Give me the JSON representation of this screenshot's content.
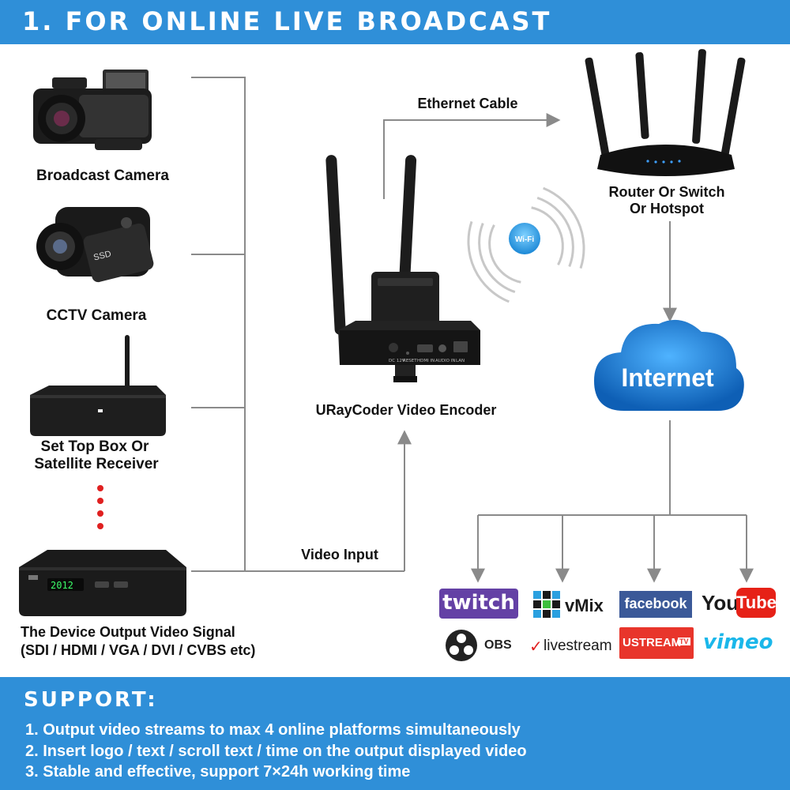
{
  "header": {
    "title": "1. FOR ONLINE LIVE BROADCAST"
  },
  "sources": {
    "broadcast_camera": "Broadcast Camera",
    "cctv_camera": "CCTV Camera",
    "set_top_box_line1": "Set Top Box Or",
    "set_top_box_line2": "Satellite Receiver",
    "device_line1": "The Device Output Video Signal",
    "device_line2": "(SDI / HDMI / VGA / DVI / CVBS etc)"
  },
  "encoder": {
    "label": "URayCoder Video Encoder",
    "port_labels": [
      "DC 12V",
      "RESET",
      "HDMI IN",
      "AUDIO IN",
      "LAN"
    ]
  },
  "connections": {
    "ethernet": "Ethernet Cable",
    "video_input": "Video Input",
    "wifi": "Wi-Fi"
  },
  "router": {
    "line1": "Router Or Switch",
    "line2": "Or Hotspot"
  },
  "internet": {
    "label": "Internet"
  },
  "set_top_box_display": "2012",
  "platforms": {
    "twitch": "twitch",
    "vmix": "vMix",
    "facebook": "facebook",
    "youtube_you": "You",
    "youtube_tube": "Tube",
    "obs": "OBS",
    "livestream": "livestream",
    "ustream": "USTREAM",
    "ustream_tv": "TV",
    "vimeo": "vimeo"
  },
  "support": {
    "title": "SUPPORT:",
    "items": [
      "1. Output video streams to max 4 online platforms simultaneously",
      "2. Insert logo / text / scroll text / time on the output displayed video",
      "3. Stable and effective, support 7×24h working time"
    ]
  },
  "colors": {
    "brand_blue": "#2f8fd8",
    "line_gray": "#8a8a8a",
    "cloud_blue": "#1e88d8",
    "dot_red": "#e02020",
    "twitch": "#6441a5",
    "facebook": "#3b5998",
    "youtube_red": "#e62117",
    "ustream": "#e8352b",
    "vimeo": "#1ab7ea"
  }
}
